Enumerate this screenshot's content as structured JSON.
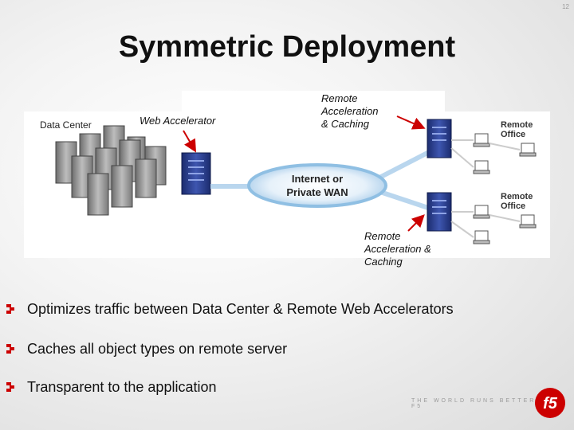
{
  "slide": {
    "number": "12",
    "title": "Symmetric Deployment",
    "tagline": "THE WORLD RUNS BETTER WITH F5",
    "logo_text": "f5"
  },
  "diagram": {
    "data_center_label": "Data Center",
    "network_label_line1": "Internet or",
    "network_label_line2": "Private WAN",
    "remote_office_1_line1": "Remote",
    "remote_office_1_line2": "Office",
    "remote_office_2_line1": "Remote",
    "remote_office_2_line2": "Office",
    "callout_web_accelerator": "Web Accelerator",
    "callout_remote_top": [
      "Remote",
      "Acceleration",
      "& Caching"
    ],
    "callout_remote_bottom": [
      "Remote",
      "Acceleration &",
      "Caching"
    ],
    "colors": {
      "arrow": "#cc0000",
      "server": "#2b3f8c",
      "cloud": "#cfe3f3",
      "bullet": "#cc0000"
    }
  },
  "bullets": [
    "Optimizes traffic between Data Center & Remote Web Accelerators",
    "Caches all object types on remote server",
    "Transparent to the application"
  ]
}
